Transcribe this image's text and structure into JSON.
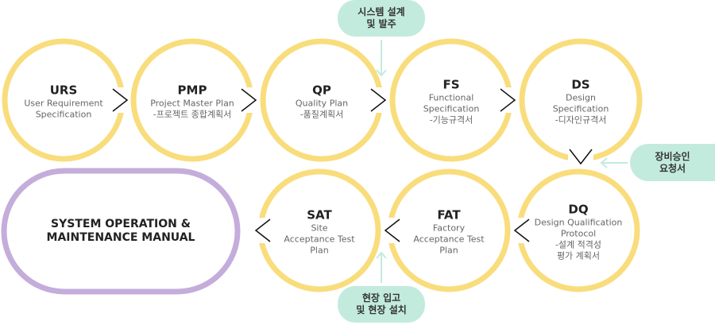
{
  "colors": {
    "ring": "#f9dd7c",
    "pill": "#c4addb",
    "bubble": "#c3ebdd",
    "arrow": "#c3ebdd",
    "chevron": "#111111"
  },
  "nodes": [
    {
      "id": "urs",
      "title": "URS",
      "lines": [
        "User Requirement",
        "Specification"
      ]
    },
    {
      "id": "pmp",
      "title": "PMP",
      "lines": [
        "Project Master Plan",
        "-프로젝트 종합계획서"
      ]
    },
    {
      "id": "qp",
      "title": "QP",
      "lines": [
        "Quality Plan",
        "-품질계획서"
      ]
    },
    {
      "id": "fs",
      "title": "FS",
      "lines": [
        "Functional",
        "Specification",
        "-기능규격서"
      ]
    },
    {
      "id": "ds",
      "title": "DS",
      "lines": [
        "Design",
        "Specification",
        "-디자인규격서"
      ]
    },
    {
      "id": "dq",
      "title": "DQ",
      "lines": [
        "Design Qualification",
        "Protocol",
        "-설계 적격성",
        "평가 계획서"
      ]
    },
    {
      "id": "fat",
      "title": "FAT",
      "lines": [
        "Factory",
        "Acceptance Test",
        "Plan"
      ]
    },
    {
      "id": "sat",
      "title": "SAT",
      "lines": [
        "Site",
        "Acceptance Test",
        "Plan"
      ]
    }
  ],
  "final": {
    "lines": [
      "SYSTEM OPERATION &",
      "MAINTENANCE MANUAL"
    ]
  },
  "notes": [
    {
      "id": "order",
      "lines": [
        "시스템 설계",
        "및 발주"
      ]
    },
    {
      "id": "approval",
      "lines": [
        "장비승인",
        "요청서"
      ]
    },
    {
      "id": "install",
      "lines": [
        "현장 입고",
        "및 현장 설치"
      ]
    }
  ]
}
